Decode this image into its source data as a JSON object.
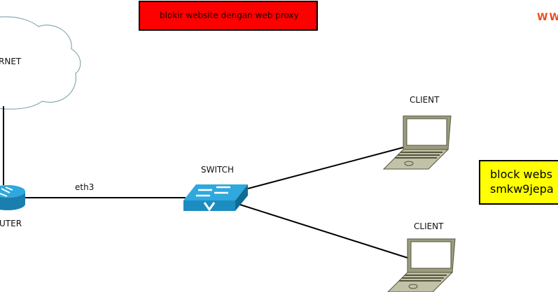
{
  "title_box": {
    "text": "blokir website dengan web proxy",
    "color": "#ff0000"
  },
  "watermark": {
    "text": "WW",
    "color": "#f04a1e"
  },
  "note_box": {
    "lines": [
      "block webs",
      "smkw9jepa"
    ],
    "color": "#ffff00"
  },
  "nodes": {
    "internet": {
      "label": "RNET"
    },
    "router": {
      "label": "UTER"
    },
    "switch": {
      "label": "SWITCH"
    },
    "client_top": {
      "label": "CLIENT"
    },
    "client_bottom": {
      "label": "CLIENT"
    }
  },
  "links": {
    "router_switch": {
      "label": "eth3"
    }
  }
}
